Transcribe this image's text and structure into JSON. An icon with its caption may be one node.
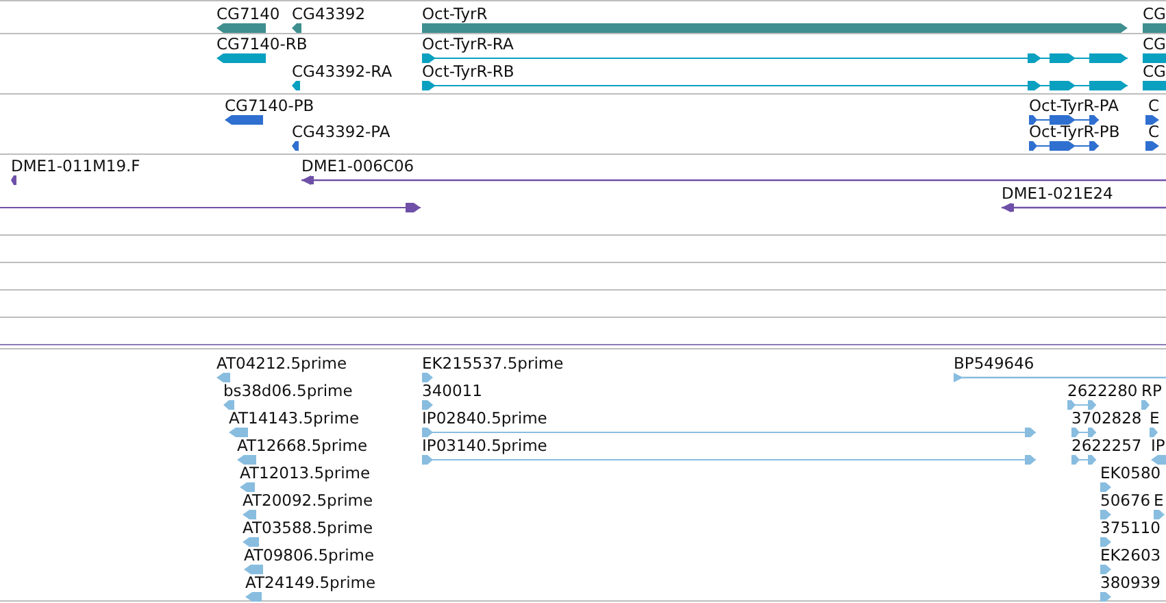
{
  "diagram": {
    "labels": [
      "CG7140",
      "CG43392",
      "Oct-TyrR",
      "CG",
      "CG7140-RB",
      "Oct-TyrR-RA",
      "CG",
      "CG43392-RA",
      "Oct-TyrR-RB",
      "CG",
      "CG7140-PB",
      "Oct-TyrR-PA",
      "C",
      "CG43392-PA",
      "Oct-TyrR-PB",
      "C",
      "DME1-011M19.F",
      "DME1-006C06",
      "DME1-021E24",
      "AT04212.5prime",
      "EK215537.5prime",
      "BP549646",
      "bs38d06.5prime",
      "340011",
      "2622280",
      "RP",
      "AT14143.5prime",
      "IP02840.5prime",
      "3702828",
      "E",
      "AT12668.5prime",
      "IP03140.5prime",
      "2622257",
      "IP",
      "AT12013.5prime",
      "EK0580",
      "AT20092.5prime",
      "50676",
      "E",
      "AT03588.5prime",
      "375110",
      "AT09806.5prime",
      "EK2603",
      "AT24149.5prime",
      "380939"
    ]
  }
}
